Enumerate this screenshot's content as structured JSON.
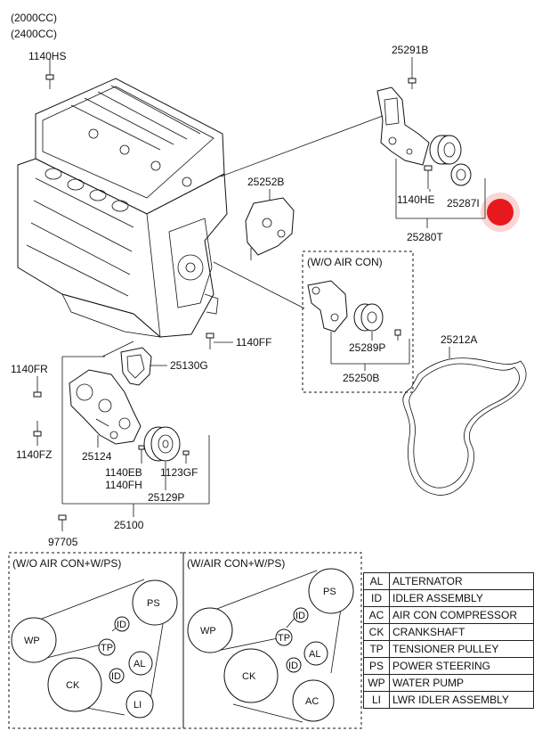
{
  "engine_variants": [
    "(2000CC)",
    "(2400CC)"
  ],
  "part_numbers": {
    "bolt_top": "1140HS",
    "bracket_top": "25291B",
    "bolt_tensioner": "1140HE",
    "pulley_idler": "25287I",
    "tensioner_assy": "25280T",
    "bracket_mid": "25252B",
    "gasket": "25130G",
    "bolt_ff": "1140FF",
    "bolt_fr": "1140FR",
    "bolt_fz": "1140FZ",
    "water_pump_body": "25124",
    "bolt_eb": "1140EB",
    "bolt_fh": "1140FH",
    "bolt_gf": "1123GF",
    "pump_pulley": "25129P",
    "pump_assy": "25100",
    "bolt_97705": "97705",
    "idler_pulley_aircon": "25289P",
    "idler_bracket_aircon": "25250B",
    "belt": "25212A"
  },
  "inset_labels": {
    "wo_air_con": "(W/O AIR CON)",
    "wo_air_con_ps": "(W/O AIR CON+W/PS)",
    "w_air_con_ps": "(W/AIR CON+W/PS)"
  },
  "belt_codes": {
    "PS": "PS",
    "ID": "ID",
    "WP": "WP",
    "TP": "TP",
    "AL": "AL",
    "CK": "CK",
    "LI": "LI",
    "AC": "AC"
  },
  "legend": [
    {
      "code": "AL",
      "name": "ALTERNATOR"
    },
    {
      "code": "ID",
      "name": "IDLER ASSEMBLY"
    },
    {
      "code": "AC",
      "name": "AIR CON COMPRESSOR"
    },
    {
      "code": "CK",
      "name": "CRANKSHAFT"
    },
    {
      "code": "TP",
      "name": "TENSIONER PULLEY"
    },
    {
      "code": "PS",
      "name": "POWER STEERING"
    },
    {
      "code": "WP",
      "name": "WATER PUMP"
    },
    {
      "code": "LI",
      "name": "LWR IDLER ASSEMBLY"
    }
  ],
  "colors": {
    "ink": "#111111",
    "marker": "#e8191e"
  }
}
